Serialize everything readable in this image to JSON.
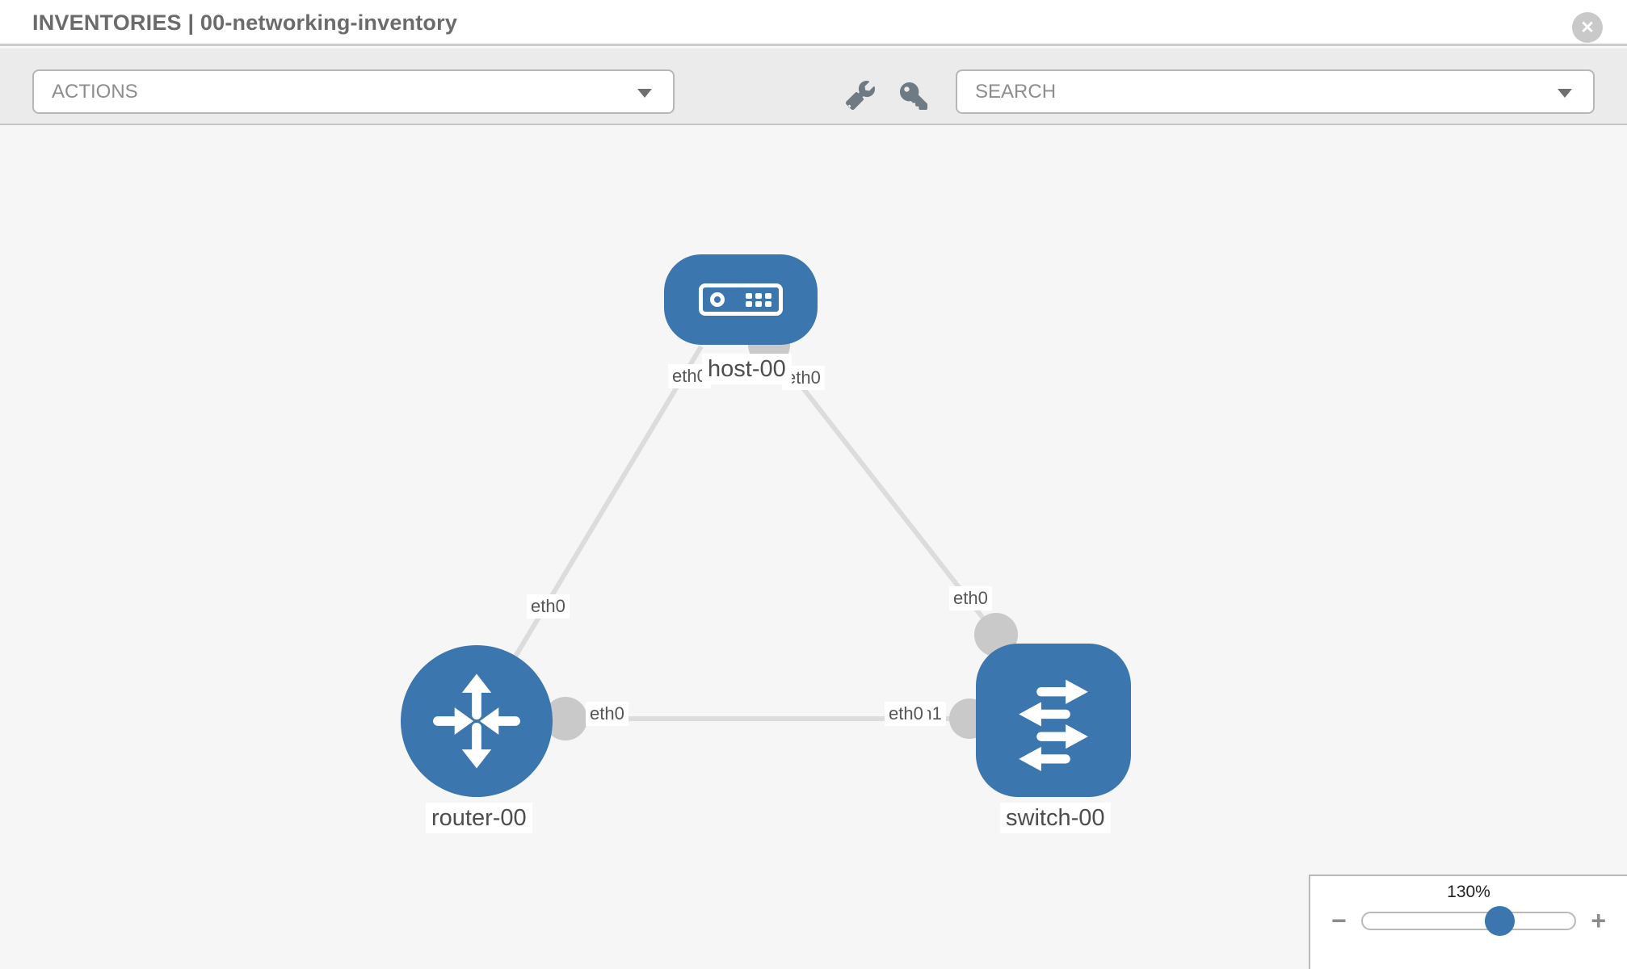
{
  "header": {
    "title": "INVENTORIES | 00-networking-inventory",
    "close_glyph": "✕"
  },
  "toolbar": {
    "actions_label": "ACTIONS",
    "search_label": "SEARCH",
    "icons": [
      {
        "name": "wrench-icon"
      },
      {
        "name": "key-icon"
      }
    ]
  },
  "topology": {
    "nodes": [
      {
        "id": "host-00",
        "type": "host",
        "label": "host-00"
      },
      {
        "id": "router-00",
        "type": "router",
        "label": "router-00"
      },
      {
        "id": "switch-00",
        "type": "switch",
        "label": "switch-00"
      }
    ],
    "links": [
      {
        "from": "host-00",
        "to": "router-00",
        "from_if": "eth0",
        "to_if": "eth0"
      },
      {
        "from": "host-00",
        "to": "switch-00",
        "from_if": "eth0",
        "to_if": "eth0"
      },
      {
        "from": "router-00",
        "to": "switch-00",
        "from_if": "eth0",
        "to_if": "eth1",
        "to_if_overlapped": "eth0"
      }
    ]
  },
  "zoom_control": {
    "level": "130%",
    "minus_glyph": "−",
    "plus_glyph": "+"
  },
  "colors": {
    "node_blue": "#3b76ae",
    "link_gray": "#dcdcdc",
    "connector_gray": "#c9c9c9",
    "toolbar_gray": "#ebebeb"
  }
}
